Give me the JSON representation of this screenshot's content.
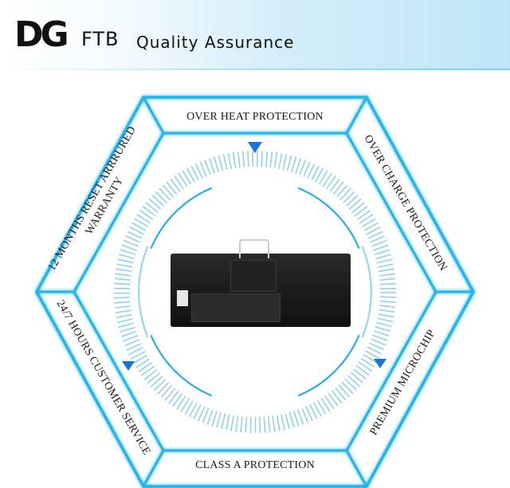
{
  "header": {
    "logo_mark": "DG",
    "logo_sub": "FTB",
    "title": "Quality Assurance"
  },
  "features": {
    "top": "OVER HEAT PROTECTION",
    "top_right": "OVER CHARGE PROTECTION",
    "bottom_right": "PREMIUM MICROCHIP",
    "bottom": "CLASS A PROTECTION",
    "bottom_left": "24/7 HOURS CUSTOMER SERVICE",
    "top_left_line1": "12 MONTHS RESET ARRRURED",
    "top_left_line2": "WARRANTY"
  },
  "colors": {
    "accent": "#28b4e8",
    "arrow": "#1a73d9",
    "header_bg": "#cdeaf8"
  }
}
